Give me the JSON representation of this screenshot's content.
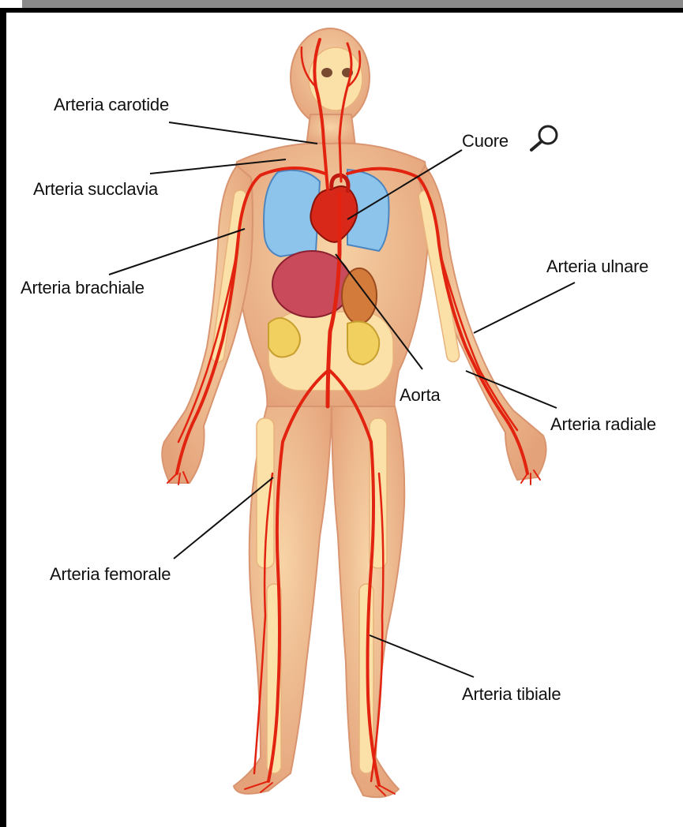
{
  "labels": {
    "carotide": "Arteria carotide",
    "succlavia": "Arteria succlavia",
    "brachiale": "Arteria brachiale",
    "cuore": "Cuore",
    "ulnare": "Arteria ulnare",
    "aorta": "Aorta",
    "radiale": "Arteria radiale",
    "femorale": "Arteria femorale",
    "tibiale": "Arteria tibiale"
  },
  "icons": {
    "cuore_zoom": "magnifier-icon"
  },
  "colors": {
    "skin": "#f2c89a",
    "skin_shadow": "#e6a67c",
    "bone": "#fbe0a8",
    "artery": "#e2230f",
    "heart": "#d8281a",
    "lungs": "#8cc4ec",
    "frame_bar": "#8a8a8a",
    "border": "#000000"
  }
}
